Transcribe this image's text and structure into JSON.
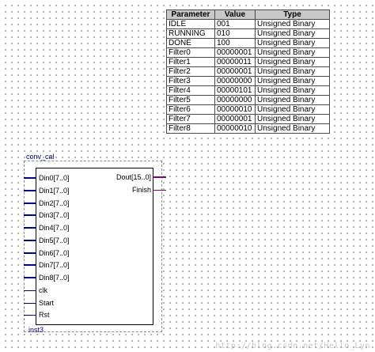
{
  "parameter_table": {
    "headers": [
      "Parameter",
      "Value",
      "Type"
    ],
    "rows": [
      [
        "IDLE",
        "001",
        "Unsigned Binary"
      ],
      [
        "RUNNING",
        "010",
        "Unsigned Binary"
      ],
      [
        "DONE",
        "100",
        "Unsigned Binary"
      ],
      [
        "Filter0",
        "00000001",
        "Unsigned Binary"
      ],
      [
        "Filter1",
        "00000011",
        "Unsigned Binary"
      ],
      [
        "Filter2",
        "00000001",
        "Unsigned Binary"
      ],
      [
        "Filter3",
        "00000000",
        "Unsigned Binary"
      ],
      [
        "Filter4",
        "00000101",
        "Unsigned Binary"
      ],
      [
        "Filter5",
        "00000000",
        "Unsigned Binary"
      ],
      [
        "Filter6",
        "00000010",
        "Unsigned Binary"
      ],
      [
        "Filter7",
        "00000001",
        "Unsigned Binary"
      ],
      [
        "Filter8",
        "00000010",
        "Unsigned Binary"
      ]
    ]
  },
  "symbol": {
    "name": "conv_cal",
    "instance": "inst3",
    "inputs": [
      "Din0[7..0]",
      "Din1[7..0]",
      "Din2[7..0]",
      "Din3[7..0]",
      "Din4[7..0]",
      "Din5[7..0]",
      "Din6[7..0]",
      "Din7[7..0]",
      "Din8[7..0]",
      "clk",
      "Start",
      "Rst"
    ],
    "outputs": [
      "Dout[15..0]",
      "Finish"
    ]
  },
  "watermark": "http://blog.csdn.net/Hello_Lyn",
  "colors": {
    "pin_input": "#000080",
    "pin_output": "#800080",
    "header_bg": "#c8c8c8"
  }
}
